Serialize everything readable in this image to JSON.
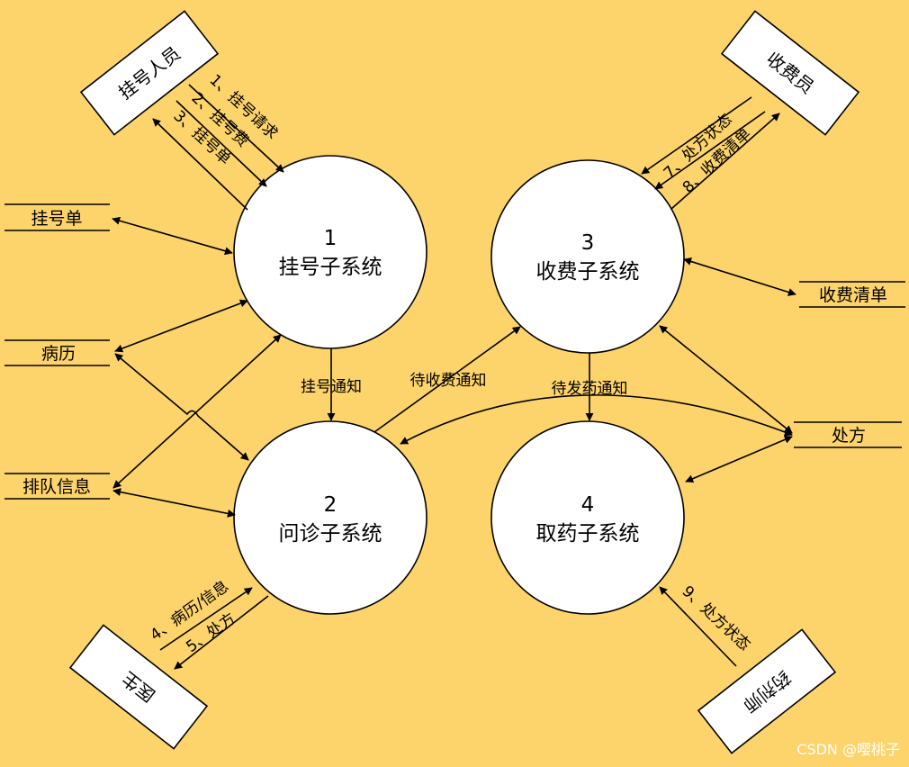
{
  "processes": [
    {
      "num": "1",
      "name": "挂号子系统"
    },
    {
      "num": "2",
      "name": "问诊子系统"
    },
    {
      "num": "3",
      "name": "收费子系统"
    },
    {
      "num": "4",
      "name": "取药子系统"
    }
  ],
  "stores": {
    "registration_slip": "挂号单",
    "medical_record": "病历",
    "queue_info": "排队信息",
    "billing_list": "收费清单",
    "prescription": "处方"
  },
  "entities": {
    "registrar": "挂号人员",
    "cashier": "收费员",
    "doctor": "医生",
    "pharmacist": "药剂师"
  },
  "flows": {
    "f1": "1、挂号请求",
    "f2": "2、挂号费",
    "f3": "3、挂号单",
    "f4": "4、病历/信息",
    "f5": "5、处方",
    "f7": "7、处方状态",
    "f8": "8、收费清单",
    "f9": "9、处方状态",
    "notify_registration": "挂号通知",
    "notify_payment": "待收费通知",
    "notify_dispense": "待发药通知"
  },
  "watermark": "CSDN @嘤桃子"
}
